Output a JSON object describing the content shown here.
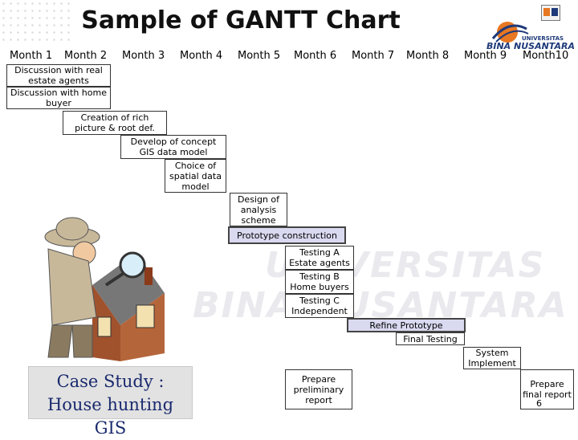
{
  "slide": {
    "title": "Sample of GANTT Chart",
    "months": [
      "Month 1",
      "Month 2",
      "Month 3",
      "Month 4",
      "Month 5",
      "Month 6",
      "Month 7",
      "Month 8",
      "Month 9",
      "Month10"
    ],
    "tasks": [
      "Discussion with real estate agents",
      "Discussion with home buyer",
      "Creation of rich picture & root def.",
      "Develop of concept GIS data model",
      "Choice of spatial data model",
      "Design of analysis scheme",
      "Prototype construction",
      "Testing A Estate agents",
      "Testing B Home buyers",
      "Testing C Independent",
      "Refine Prototype",
      "Final Testing",
      "System Implement",
      "Prepare preliminary report",
      "Prepare final report"
    ],
    "case_study": [
      "Case Study :",
      "House hunting GIS"
    ],
    "page_number": "6"
  },
  "logo": {
    "name_top": "UNIVERSITAS",
    "name_bottom": "BINA NUSANTARA"
  },
  "watermark": {
    "line1": "UNIVERSITAS",
    "line2": "BINA NUSANTARA"
  },
  "colors": {
    "highlight": "#d9d9f0",
    "logo_orange": "#e87722",
    "logo_blue": "#1f3a7a"
  }
}
